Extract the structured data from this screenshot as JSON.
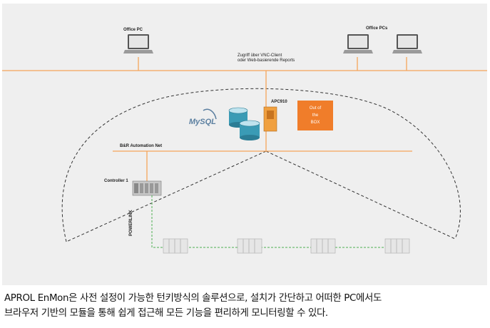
{
  "diagram": {
    "labels": {
      "office_pc": "Office PC",
      "office_pcs": "Office PCs",
      "access_line1": "Zugriff über VNC-Client",
      "access_line2": "oder Web-basierende Reports",
      "apc": "APC910",
      "mysql": "MySQL",
      "automation_net": "B&R Automation Net",
      "controller": "Controller 1",
      "powerlink": "POWERLINK",
      "box_line1": "Out of",
      "box_line2": "the",
      "box_line3": "BOX"
    },
    "icons": [
      "laptop-icon",
      "database-icon",
      "mysql-logo",
      "industrial-pc-icon",
      "controller-icon",
      "io-module-icon"
    ],
    "colors": {
      "network_line": "#f5a55a",
      "box_fill": "#f07d2a",
      "database": "#3a9bb5",
      "powerlink_line": "#4caf50",
      "panel_background": "#efefef"
    }
  },
  "caption": {
    "line1": "APROL EnMon은 사전 설정이 가능한 턴키방식의 솔루션으로, 설치가 간단하고 어떠한 PC에서도",
    "line2": "브라우저 기반의 모듈을 통해 쉽게 접근해 모든 기능을 편리하게 모니터링할 수 있다."
  }
}
